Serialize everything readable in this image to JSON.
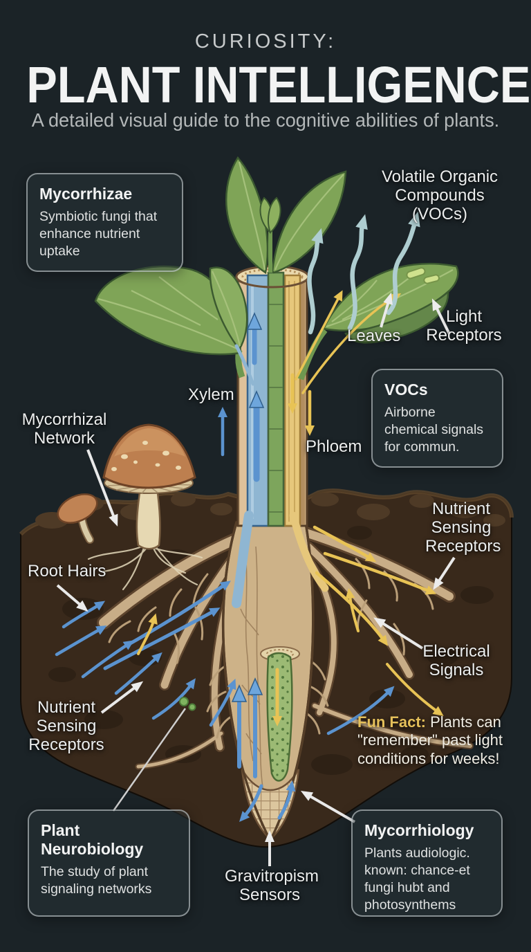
{
  "header": {
    "kicker": "CURIOSITY:",
    "title": "PLANT INTELLIGENCE",
    "subtitle": "A detailed visual guide to the cognitive abilities of plants."
  },
  "info_boxes": {
    "mycorrhizae": {
      "title": "Mycorrhizae",
      "body": "Symbiotic fungi that enhance nutrient uptake"
    },
    "vocs": {
      "title": "VOCs",
      "body": "Airborne chemical signals for commun."
    },
    "plant_neurobiology": {
      "title": "Plant Neurobiology",
      "body": "The study of plant signaling networks"
    },
    "mycorrhiology": {
      "title": "Mycorrhiology",
      "body": "Plants audiologic. known: chance-et fungi hubt and photosynthems"
    }
  },
  "diagram_labels": {
    "volatile_organic_compounds": "Volatile Organic Compounds (VOCs)",
    "leaves": "Leaves",
    "light_receptors": "Light Receptors",
    "xylem": "Xylem",
    "phloem": "Phloem",
    "mycorrhizal_network": "Mycorrhizal Network",
    "root_hairs": "Root Hairs",
    "nutrient_sensing_receptors_right": "Nutrient Sensing Receptors",
    "electrical_signals": "Electrical Signals",
    "nutrient_sensing_receptors_left": "Nutrient Sensing Receptors",
    "gravitropism_sensors": "Gravitropism Sensors"
  },
  "fun_fact": {
    "label": "Fun Fact:",
    "text": " Plants can \"remember\" past light conditions for weeks!"
  },
  "colors": {
    "background": "#1b2327",
    "text_primary": "#f2f3f3",
    "accent_gold": "#e5c05a",
    "arrow_blue": "#5b93cf",
    "arrow_yellow": "#e8c355",
    "voc_arrow": "#aecdd0",
    "leaf_green": "#7fa457",
    "soil_brown": "#39291b"
  }
}
